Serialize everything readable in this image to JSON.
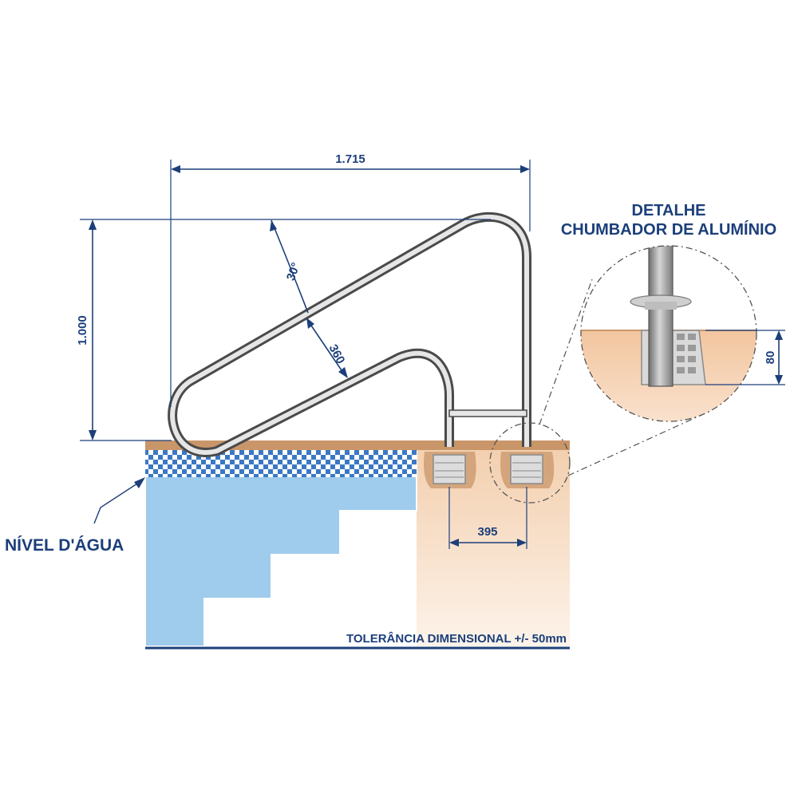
{
  "labels": {
    "detail_title_line1": "DETALHE",
    "detail_title_line2": "CHUMBADOR DE ALUMÍNIO",
    "water_level": "NÍVEL D'ÁGUA",
    "tolerance": "TOLERÂNCIA DIMENSIONAL +/- 50mm"
  },
  "dimensions": {
    "width": "1.715",
    "height": "1.000",
    "angle": "30°",
    "diagonal": "360",
    "anchor_spacing": "395",
    "anchor_depth": "80"
  },
  "colors": {
    "line": "#1c3f7a",
    "water": "#9fcbed",
    "soil_top": "#c9966a",
    "soil_fill": "#f6dcc4",
    "tile": "#3a78c4",
    "rail": "#a9a9a9"
  }
}
